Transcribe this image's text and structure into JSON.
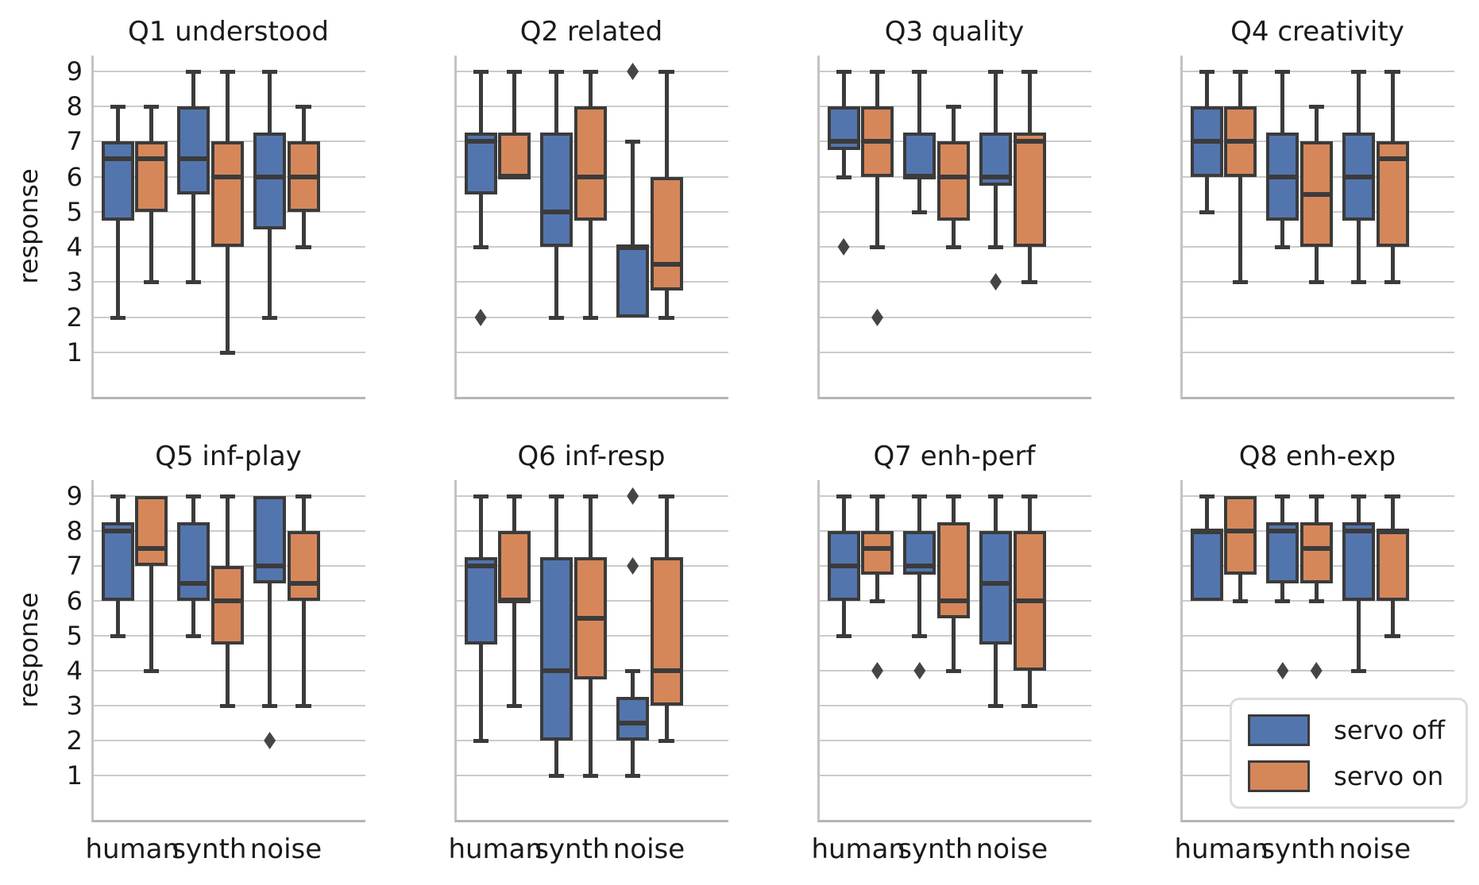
{
  "chart_data": {
    "type": "boxplot",
    "layout": "2x4 grid of subplots",
    "ylabel": "response",
    "xlabel": "",
    "yticks": [
      9,
      8,
      7,
      6,
      5,
      4,
      3,
      2,
      1
    ],
    "ylim": [
      0.5,
      9.5
    ],
    "grid": true,
    "categories": [
      "human",
      "synth",
      "noise"
    ],
    "series": [
      {
        "name": "servo off",
        "color": "#5375AE"
      },
      {
        "name": "servo on",
        "color": "#D6875A"
      }
    ],
    "line_color": "#3b3b3b",
    "grid_color": "#cbcbcb",
    "legend_position": "lower right",
    "subplots": [
      {
        "title": "Q1 understood",
        "groups": [
          {
            "category": "human",
            "off": {
              "lo": 2,
              "q1": 4.75,
              "med": 6.5,
              "q3": 7,
              "hi": 8,
              "out": []
            },
            "on": {
              "lo": 3,
              "q1": 5,
              "med": 6.5,
              "q3": 7,
              "hi": 8,
              "out": []
            }
          },
          {
            "category": "synth",
            "off": {
              "lo": 3,
              "q1": 5.5,
              "med": 6.5,
              "q3": 8,
              "hi": 9,
              "out": []
            },
            "on": {
              "lo": 1,
              "q1": 4,
              "med": 6,
              "q3": 7,
              "hi": 9,
              "out": []
            }
          },
          {
            "category": "noise",
            "off": {
              "lo": 2,
              "q1": 4.5,
              "med": 6,
              "q3": 7.25,
              "hi": 9,
              "out": []
            },
            "on": {
              "lo": 4,
              "q1": 5,
              "med": 6,
              "q3": 7,
              "hi": 8,
              "out": []
            }
          }
        ]
      },
      {
        "title": "Q2 related",
        "groups": [
          {
            "category": "human",
            "off": {
              "lo": 4,
              "q1": 5.5,
              "med": 7,
              "q3": 7.25,
              "hi": 9,
              "out": [
                2
              ]
            },
            "on": {
              "lo": 6,
              "q1": 6,
              "med": 6,
              "q3": 7.25,
              "hi": 9,
              "out": []
            }
          },
          {
            "category": "synth",
            "off": {
              "lo": 2,
              "q1": 4,
              "med": 5,
              "q3": 7.25,
              "hi": 9,
              "out": []
            },
            "on": {
              "lo": 2,
              "q1": 4.75,
              "med": 6,
              "q3": 8,
              "hi": 9,
              "out": []
            }
          },
          {
            "category": "noise",
            "off": {
              "lo": 2,
              "q1": 2,
              "med": 4,
              "q3": 4,
              "hi": 7,
              "out": [
                9
              ]
            },
            "on": {
              "lo": 2,
              "q1": 2.75,
              "med": 3.5,
              "q3": 6,
              "hi": 9,
              "out": []
            }
          }
        ]
      },
      {
        "title": "Q3 quality",
        "groups": [
          {
            "category": "human",
            "off": {
              "lo": 6,
              "q1": 6.75,
              "med": 7,
              "q3": 8,
              "hi": 9,
              "out": [
                4
              ]
            },
            "on": {
              "lo": 4,
              "q1": 6,
              "med": 7,
              "q3": 8,
              "hi": 9,
              "out": [
                2
              ]
            }
          },
          {
            "category": "synth",
            "off": {
              "lo": 5,
              "q1": 6,
              "med": 6,
              "q3": 7.25,
              "hi": 9,
              "out": []
            },
            "on": {
              "lo": 4,
              "q1": 4.75,
              "med": 6,
              "q3": 7,
              "hi": 8,
              "out": []
            }
          },
          {
            "category": "noise",
            "off": {
              "lo": 4,
              "q1": 5.75,
              "med": 6,
              "q3": 7.25,
              "hi": 9,
              "out": [
                3
              ]
            },
            "on": {
              "lo": 3,
              "q1": 4,
              "med": 7,
              "q3": 7.25,
              "hi": 9,
              "out": []
            }
          }
        ]
      },
      {
        "title": "Q4 creativity",
        "groups": [
          {
            "category": "human",
            "off": {
              "lo": 5,
              "q1": 6,
              "med": 7,
              "q3": 8,
              "hi": 9,
              "out": []
            },
            "on": {
              "lo": 3,
              "q1": 6,
              "med": 7,
              "q3": 8,
              "hi": 9,
              "out": []
            }
          },
          {
            "category": "synth",
            "off": {
              "lo": 4,
              "q1": 4.75,
              "med": 6,
              "q3": 7.25,
              "hi": 9,
              "out": []
            },
            "on": {
              "lo": 3,
              "q1": 4,
              "med": 5.5,
              "q3": 7,
              "hi": 8,
              "out": []
            }
          },
          {
            "category": "noise",
            "off": {
              "lo": 3,
              "q1": 4.75,
              "med": 6,
              "q3": 7.25,
              "hi": 9,
              "out": []
            },
            "on": {
              "lo": 3,
              "q1": 4,
              "med": 6.5,
              "q3": 7,
              "hi": 9,
              "out": []
            }
          }
        ]
      },
      {
        "title": "Q5 inf-play",
        "groups": [
          {
            "category": "human",
            "off": {
              "lo": 5,
              "q1": 6,
              "med": 8,
              "q3": 8.25,
              "hi": 9,
              "out": []
            },
            "on": {
              "lo": 4,
              "q1": 7,
              "med": 7.5,
              "q3": 9,
              "hi": 9,
              "out": []
            }
          },
          {
            "category": "synth",
            "off": {
              "lo": 5,
              "q1": 6,
              "med": 6.5,
              "q3": 8.25,
              "hi": 9,
              "out": []
            },
            "on": {
              "lo": 3,
              "q1": 4.75,
              "med": 6,
              "q3": 7,
              "hi": 9,
              "out": []
            }
          },
          {
            "category": "noise",
            "off": {
              "lo": 3,
              "q1": 6.5,
              "med": 7,
              "q3": 9,
              "hi": 9,
              "out": [
                2
              ]
            },
            "on": {
              "lo": 3,
              "q1": 6,
              "med": 6.5,
              "q3": 8,
              "hi": 9,
              "out": []
            }
          }
        ]
      },
      {
        "title": "Q6 inf-resp",
        "groups": [
          {
            "category": "human",
            "off": {
              "lo": 2,
              "q1": 4.75,
              "med": 7,
              "q3": 7.25,
              "hi": 9,
              "out": []
            },
            "on": {
              "lo": 3,
              "q1": 6,
              "med": 6,
              "q3": 8,
              "hi": 9,
              "out": []
            }
          },
          {
            "category": "synth",
            "off": {
              "lo": 1,
              "q1": 2,
              "med": 4,
              "q3": 7.25,
              "hi": 9,
              "out": []
            },
            "on": {
              "lo": 1,
              "q1": 3.75,
              "med": 5.5,
              "q3": 7.25,
              "hi": 9,
              "out": []
            }
          },
          {
            "category": "noise",
            "off": {
              "lo": 1,
              "q1": 2,
              "med": 2.5,
              "q3": 3.25,
              "hi": 4,
              "out": [
                7,
                9
              ]
            },
            "on": {
              "lo": 2,
              "q1": 3,
              "med": 4,
              "q3": 7.25,
              "hi": 9,
              "out": []
            }
          }
        ]
      },
      {
        "title": "Q7 enh-perf",
        "groups": [
          {
            "category": "human",
            "off": {
              "lo": 5,
              "q1": 6,
              "med": 7,
              "q3": 8,
              "hi": 9,
              "out": []
            },
            "on": {
              "lo": 6,
              "q1": 6.75,
              "med": 7.5,
              "q3": 8,
              "hi": 9,
              "out": [
                4
              ]
            }
          },
          {
            "category": "synth",
            "off": {
              "lo": 5,
              "q1": 6.75,
              "med": 7,
              "q3": 8,
              "hi": 9,
              "out": [
                4
              ]
            },
            "on": {
              "lo": 4,
              "q1": 5.5,
              "med": 6,
              "q3": 8.25,
              "hi": 9,
              "out": []
            }
          },
          {
            "category": "noise",
            "off": {
              "lo": 3,
              "q1": 4.75,
              "med": 6.5,
              "q3": 8,
              "hi": 9,
              "out": []
            },
            "on": {
              "lo": 3,
              "q1": 4,
              "med": 6,
              "q3": 8,
              "hi": 9,
              "out": []
            }
          }
        ]
      },
      {
        "title": "Q8 enh-exp",
        "groups": [
          {
            "category": "human",
            "off": {
              "lo": 6,
              "q1": 6,
              "med": 8,
              "q3": 8,
              "hi": 9,
              "out": []
            },
            "on": {
              "lo": 6,
              "q1": 6.75,
              "med": 8,
              "q3": 9,
              "hi": 9,
              "out": []
            }
          },
          {
            "category": "synth",
            "off": {
              "lo": 6,
              "q1": 6.5,
              "med": 8,
              "q3": 8.25,
              "hi": 9,
              "out": [
                4
              ]
            },
            "on": {
              "lo": 6,
              "q1": 6.5,
              "med": 7.5,
              "q3": 8.25,
              "hi": 9,
              "out": [
                4
              ]
            }
          },
          {
            "category": "noise",
            "off": {
              "lo": 4,
              "q1": 6,
              "med": 8,
              "q3": 8.25,
              "hi": 9,
              "out": []
            },
            "on": {
              "lo": 5,
              "q1": 6,
              "med": 8,
              "q3": 8,
              "hi": 9,
              "out": []
            }
          }
        ]
      }
    ]
  }
}
